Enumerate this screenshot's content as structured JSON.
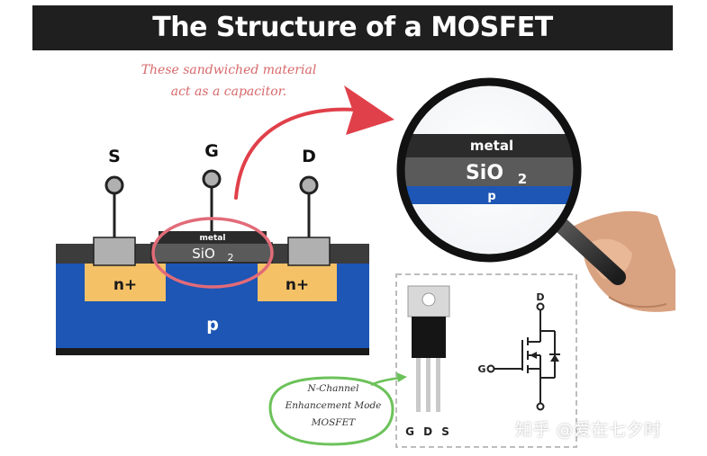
{
  "title": "The Structure of a MOSFET",
  "annotation": {
    "line1": "These sandwiched material",
    "line2": "act as a capacitor."
  },
  "terminals": {
    "source": "S",
    "gate": "G",
    "drain": "D"
  },
  "cross_section": {
    "gate_metal": "metal",
    "gate_oxide": "SiO",
    "gate_oxide_sub": "2",
    "n_left": "n+",
    "n_right": "n+",
    "substrate": "p"
  },
  "magnifier": {
    "metal": "metal",
    "oxide": "SiO",
    "oxide_sub": "2",
    "substrate": "p"
  },
  "package": {
    "pins": "G D S",
    "symbol_gate": "G",
    "symbol_drain": "D"
  },
  "device_label": {
    "line1": "N-Channel",
    "line2": "Enhancement Mode",
    "line3": "MOSFET"
  },
  "watermark": "知乎 @爱在七夕时",
  "colors": {
    "title_bg": "#1f1f1f",
    "substrate_blue": "#1d56b5",
    "n_region": "#f4c167",
    "oxide_gray": "#5a5a5a",
    "metal_dark": "#2b2b2b",
    "highlight_circle": "#e26b78",
    "arrow_red": "#e0404a",
    "label_green": "#6cc25a"
  }
}
